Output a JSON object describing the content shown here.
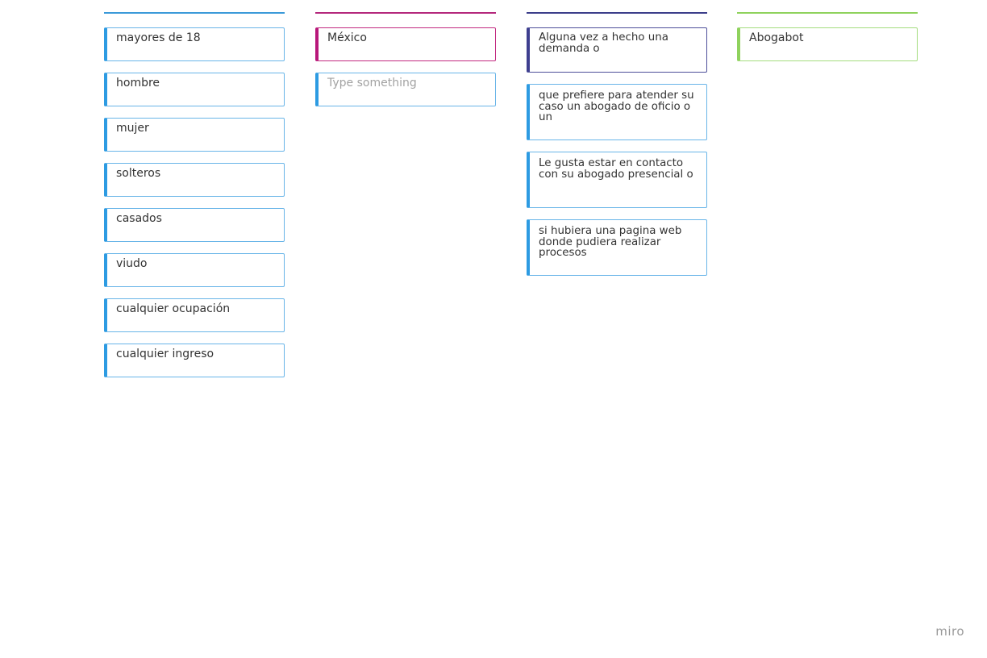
{
  "columns": [
    {
      "header_color": "#3b9ad9",
      "cards": [
        "mayores de 18",
        "hombre",
        "mujer",
        "solteros",
        "casados",
        "viudo",
        "cualquier ocupación",
        "cualquier ingreso"
      ]
    },
    {
      "header_color": "#b4287c",
      "cards": [
        "México"
      ],
      "new_card_placeholder": "Type something"
    },
    {
      "header_color": "#3c3e8a",
      "cards": [
        "Alguna vez a hecho una demanda o",
        "que prefiere para atender su caso un abogado de oficio o un",
        "Le gusta estar en contacto con su abogado presencial o",
        "si hubiera una pagina web donde pudiera realizar procesos"
      ]
    },
    {
      "header_color": "#8fd25d",
      "cards": [
        "Abogabot"
      ]
    }
  ],
  "watermark": "miro"
}
